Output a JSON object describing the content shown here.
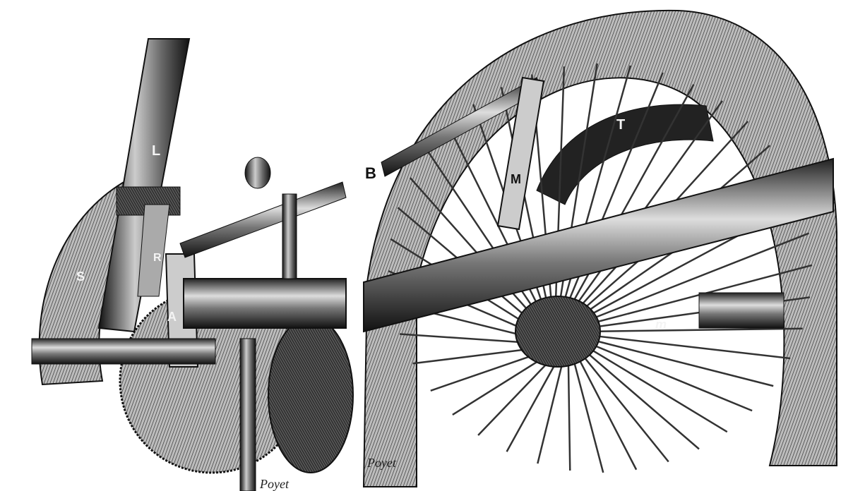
{
  "left_panel": {
    "labels": {
      "L": "L",
      "R": "R",
      "S": "S",
      "A": "A"
    },
    "signature": "Poyet"
  },
  "right_panel": {
    "labels": {
      "B": "B",
      "M": "M",
      "T": "T",
      "m": "m"
    },
    "signature": "Poyet"
  },
  "colors": {
    "ink": "#1a1a1a",
    "paper": "#ffffff",
    "midtone": "#6b6b6b"
  }
}
